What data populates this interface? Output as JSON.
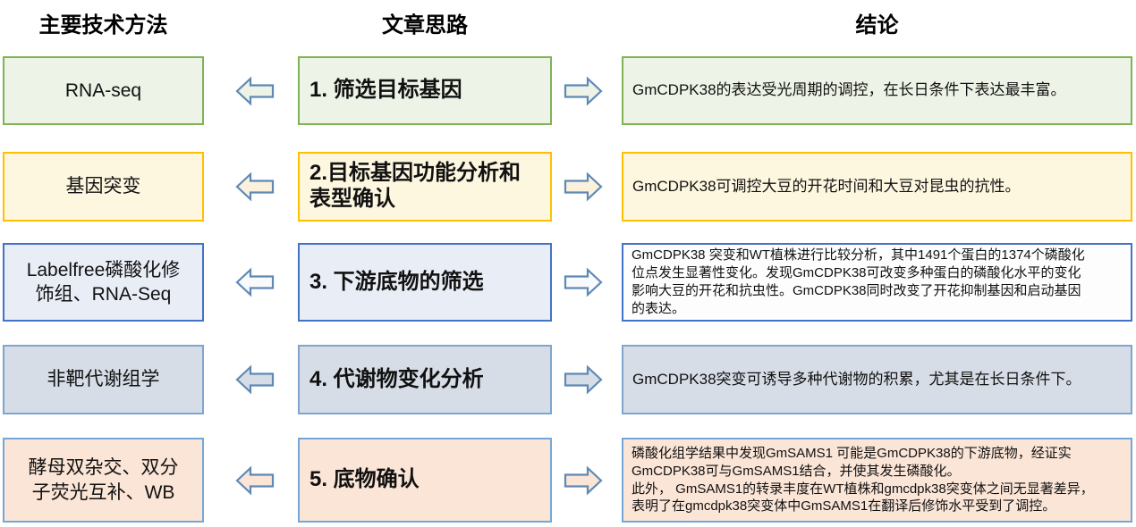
{
  "headers": {
    "methods": "主要技术方法",
    "flow": "文章思路",
    "conclusion": "结论"
  },
  "colors": {
    "arrow_outline": "#5E89B4",
    "text": "#111111",
    "background": "#FFFFFF"
  },
  "rows": [
    {
      "method": "RNA-seq",
      "step": "1. 筛选目标基因",
      "conclusion": "GmCDPK38的表达受光周期的调控，在长日条件下表达最丰富。",
      "theme": {
        "border": "#7EB356",
        "fill": "#EDF3E6",
        "arrow_fill": "#EDF3E6",
        "conclusion_fill": "#EDF3E6"
      }
    },
    {
      "method": "基因突变",
      "step": "2.目标基因功能分析和\n表型确认",
      "conclusion": "GmCDPK38可调控大豆的开花时间和大豆对昆虫的抗性。",
      "theme": {
        "border": "#FFC000",
        "fill": "#FEF7E0",
        "arrow_fill": "#FBF2DD",
        "conclusion_fill": "#FEF7E0"
      }
    },
    {
      "method": "Labelfree磷酸化修\n饰组、RNA-Seq",
      "step": "3. 下游底物的筛选",
      "conclusion": "GmCDPK38 突变和WT植株进行比较分析，其中1491个蛋白的1374个磷酸化\n位点发生显著性变化。发现GmCDPK38可改变多种蛋白的磷酸化水平的变化\n影响大豆的开花和抗虫性。GmCDPK38同时改变了开花抑制基因和启动基因\n的表达。",
      "theme": {
        "border": "#4472C4",
        "fill": "#E9EDF6",
        "arrow_fill": "#F8FAFD",
        "conclusion_fill": "#FDFDFE"
      }
    },
    {
      "method": "非靶代谢组学",
      "step": "4. 代谢物变化分析",
      "conclusion": "GmCDPK38突变可诱导多种代谢物的积累，尤其是在长日条件下。",
      "theme": {
        "border": "#7FA5CE",
        "fill": "#D7DDE6",
        "arrow_fill": "#D7DDE6",
        "conclusion_fill": "#D7DDE6"
      }
    },
    {
      "method": "酵母双杂交、双分\n子荧光互补、WB",
      "step": "5. 底物确认",
      "conclusion": "磷酸化组学结果中发现GmSAMS1 可能是GmCDPK38的下游底物，经证实\nGmCDPK38可与GmSAMS1结合，并使其发生磷酸化。\n此外， GmSAMS1的转录丰度在WT植株和gmcdpk38突变体之间无显著差异，\n表明了在gmcdpk38突变体中GmSAMS1在翻译后修饰水平受到了调控。",
      "theme": {
        "border": "#74A7D8",
        "fill": "#FBE5D6",
        "arrow_fill": "#FBE5D6",
        "conclusion_fill": "#FBE5D6"
      }
    }
  ]
}
